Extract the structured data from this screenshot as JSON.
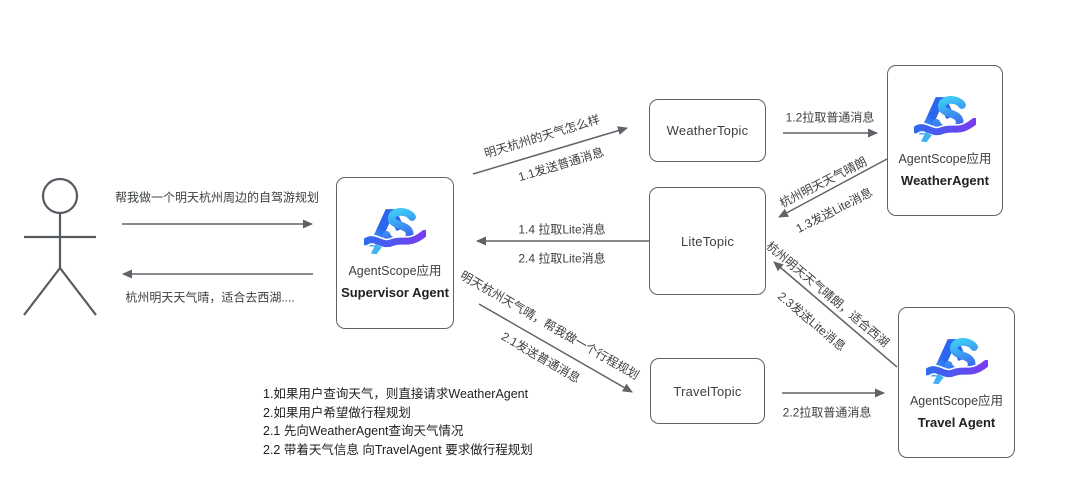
{
  "user": {
    "request": "帮我做一个明天杭州周边的自驾游规划",
    "response": "杭州明天天气晴，适合去西湖...."
  },
  "nodes": {
    "supervisor": {
      "app": "AgentScope应用",
      "name": "Supervisor Agent"
    },
    "weather_topic": {
      "label": "WeatherTopic"
    },
    "lite_topic": {
      "label": "LiteTopic"
    },
    "travel_topic": {
      "label": "TravelTopic"
    },
    "weather_agent": {
      "app": "AgentScope应用",
      "name": "WeatherAgent"
    },
    "travel_agent": {
      "app": "AgentScope应用",
      "name": "Travel Agent"
    }
  },
  "edges": {
    "e1_1": {
      "message": "明天杭州的天气怎么样",
      "step": "1.1发送普通消息"
    },
    "e1_2": {
      "step": "1.2拉取普通消息"
    },
    "e1_3": {
      "message": "杭州明天天气晴朗",
      "step": "1.3发送Lite消息"
    },
    "e1_4": {
      "step": "1.4 拉取Lite消息"
    },
    "e2_1": {
      "message": "明天杭州天气晴，帮我做一个行程规划",
      "step": "2.1发送普通消息"
    },
    "e2_2": {
      "step": "2.2拉取普通消息"
    },
    "e2_3": {
      "message": "杭州明天天气晴朗，适合西湖",
      "step": "2.3发送Lite消息"
    },
    "e2_4": {
      "step": "2.4 拉取Lite消息"
    }
  },
  "notes": [
    "1.如果用户查询天气，则直接请求WeatherAgent",
    "2.如果用户希望做行程规划",
    "2.1 先向WeatherAgent查询天气情况",
    "2.2 带着天气信息 向TravelAgent 要求做行程规划"
  ],
  "colors": {
    "line": "#5f6368",
    "box_border": "#5f6368",
    "text": "#3c4043",
    "logo_blue": "#2b66f0",
    "logo_cyan": "#3ec9f5",
    "logo_purple": "#7a3bf2"
  }
}
